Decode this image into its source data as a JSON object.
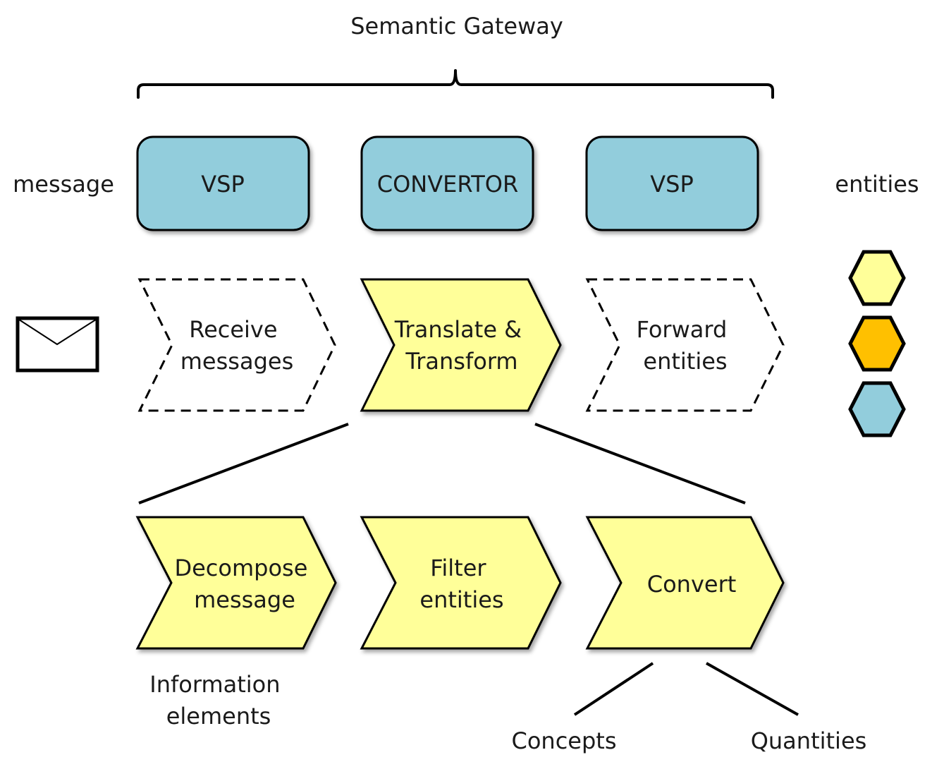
{
  "title": "Semantic Gateway",
  "side_labels": {
    "left": "message",
    "right": "entities"
  },
  "components": [
    {
      "label": "VSP"
    },
    {
      "label": "CONVERTOR"
    },
    {
      "label": "VSP"
    }
  ],
  "steps": [
    {
      "lines": [
        "Receive",
        "messages"
      ],
      "style": "dashed"
    },
    {
      "lines": [
        "Translate &",
        "Transform"
      ],
      "style": "filled"
    },
    {
      "lines": [
        "Forward",
        "entities"
      ],
      "style": "dashed"
    }
  ],
  "substeps": [
    {
      "lines": [
        "Decompose",
        "message"
      ]
    },
    {
      "lines": [
        "Filter",
        "entities"
      ]
    },
    {
      "lines": [
        "Convert"
      ]
    }
  ],
  "annotations": {
    "information_elements": [
      "Information",
      "elements"
    ],
    "concepts": "Concepts",
    "quantities": "Quantities"
  },
  "entity_hexagons": [
    {
      "color": "#ffff99"
    },
    {
      "color": "#ffc000"
    },
    {
      "color": "#92cddc"
    }
  ],
  "colors": {
    "component_fill": "#92cddc",
    "step_fill": "#ffff99",
    "stroke": "#000000"
  }
}
